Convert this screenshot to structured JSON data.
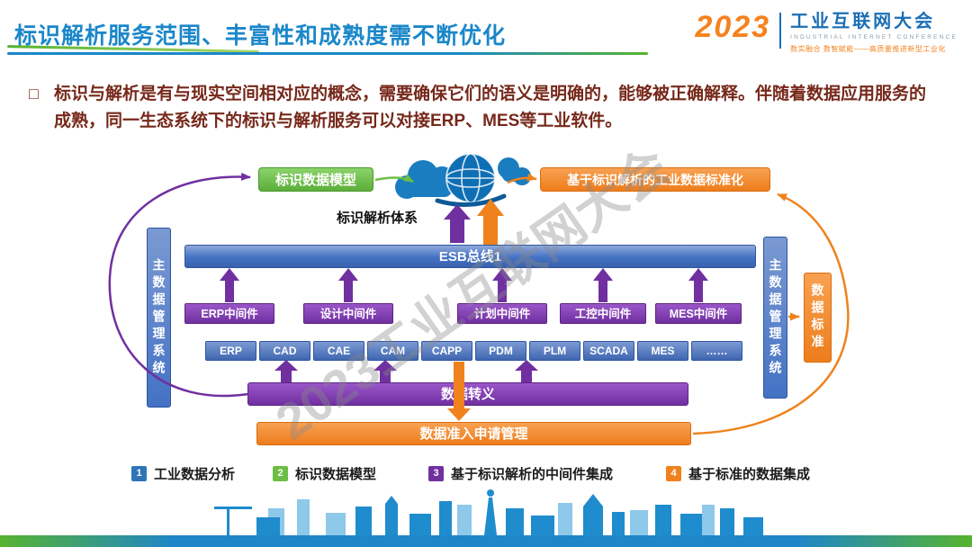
{
  "header": {
    "title": "标识解析服务范围、丰富性和成熟度需不断优化",
    "logo": {
      "year": "2023",
      "name": "工业互联网大会",
      "subtitle": "INDUSTRIAL INTERNET CONFERENCE",
      "tagline": "数实融合 数智赋能——高质量推进新型工业化"
    }
  },
  "body": {
    "bullet_marker": "□",
    "text": "标识与解析是有与现实空间相对应的概念，需要确保它们的语义是明确的，能够被正确解释。伴随着数据应用服务的成熟，同一生态系统下的标识与解析服务可以对接ERP、MES等工业软件。"
  },
  "diagram": {
    "model_box": "标识数据模型",
    "cloud_label": "标识解析体系",
    "standardization_box": "基于标识解析的工业数据标准化",
    "esb_bus": "ESB总线1",
    "mdm_left": "主数据管理系统",
    "mdm_right": "主数据管理系统",
    "data_standard": "数据标准",
    "middleware": [
      "ERP中间件",
      "设计中间件",
      "计划中间件",
      "工控中间件",
      "MES中间件"
    ],
    "systems": [
      "ERP",
      "CAD",
      "CAE",
      "CAM",
      "CAPP",
      "PDM",
      "PLM",
      "SCADA",
      "MES",
      "……"
    ],
    "escape_bar": "数据转义",
    "admission_bar": "数据准入申请管理",
    "colors": {
      "blue": "#4472c4",
      "purple": "#7030a0",
      "orange": "#f0821e",
      "green": "#6cbe45"
    }
  },
  "legend": [
    {
      "num": "1",
      "label": "工业数据分析",
      "color": "#2e75b6"
    },
    {
      "num": "2",
      "label": "标识数据模型",
      "color": "#6cbe45"
    },
    {
      "num": "3",
      "label": "基于标识解析的中间件集成",
      "color": "#7030a0"
    },
    {
      "num": "4",
      "label": "基于标准的数据集成",
      "color": "#f0821e"
    }
  ],
  "watermark": "2023工业互联网大会"
}
